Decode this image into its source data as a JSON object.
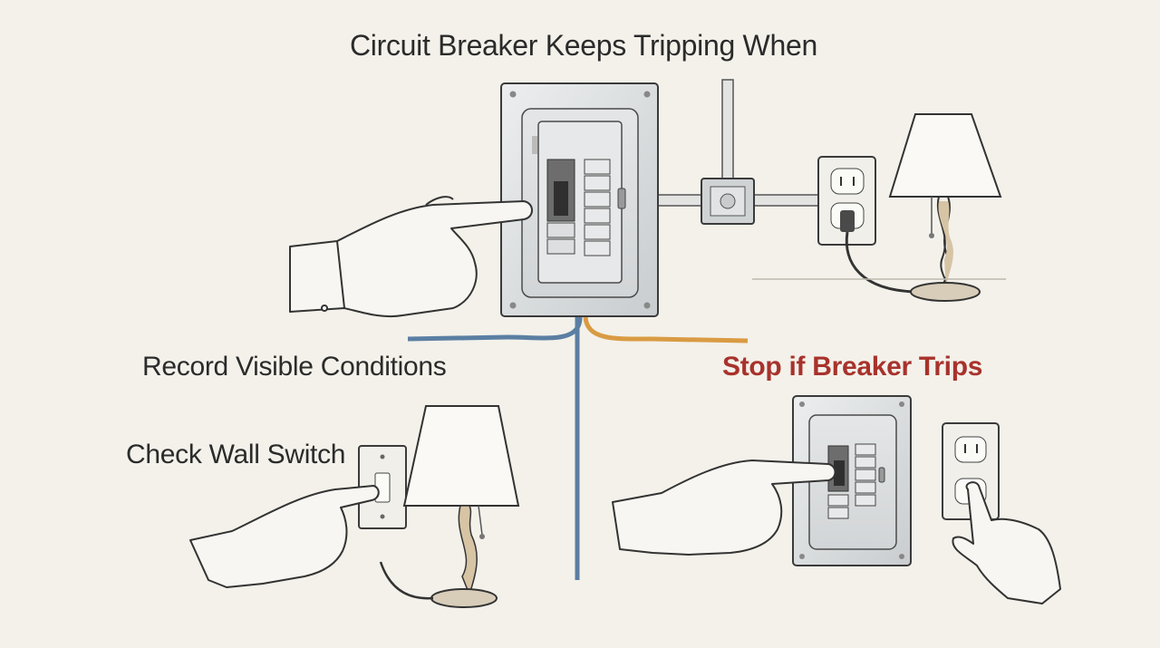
{
  "title": "Circuit Breaker Keeps Tripping When",
  "labels": {
    "record": "Record Visible Conditions",
    "check_switch": "Check Wall Switch",
    "stop": "Stop if Breaker Trips"
  },
  "colors": {
    "background": "#f3f1ea",
    "wire_blue": "#5b7fa3",
    "wire_orange": "#d99b43",
    "stop_text": "#a8322c",
    "panel_metal": "#d9dcdd",
    "outline": "#3b3b3b"
  },
  "icons": [
    "breaker-panel-icon",
    "pointing-hand-icon",
    "junction-box-icon",
    "wall-outlet-icon",
    "table-lamp-icon",
    "wall-switch-icon",
    "plug-icon"
  ]
}
